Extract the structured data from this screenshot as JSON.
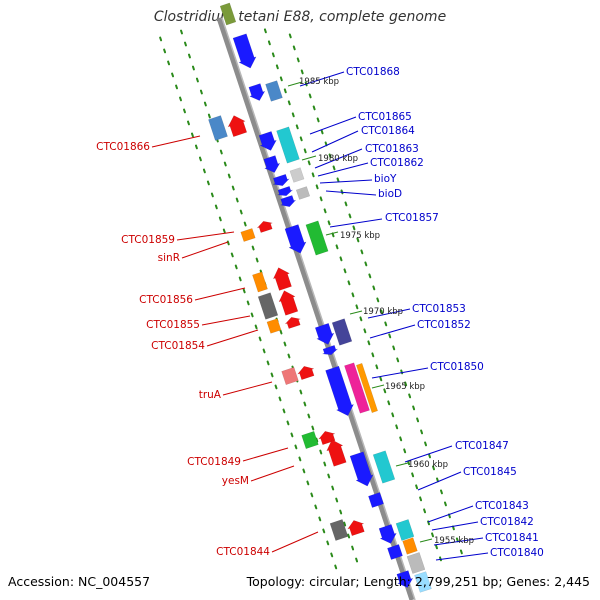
{
  "title": "Clostridium tetani E88, complete genome",
  "footer": {
    "accession": "Accession: NC_004557",
    "summary": "Topology: circular; Length: 2,799,251 bp; Genes: 2,445"
  },
  "colors": {
    "backbone": "#8c8c8c",
    "ticks": "#2a8a1a",
    "label_plus": "#0000cc",
    "label_minus": "#cc0000",
    "kbp_line": "#2a8a1a"
  },
  "kbp_marks": [
    {
      "text": "1985 kbp"
    },
    {
      "text": "1980 kbp"
    },
    {
      "text": "1975 kbp"
    },
    {
      "text": "1970 kbp"
    },
    {
      "text": "1965 kbp"
    },
    {
      "text": "1960 kbp"
    },
    {
      "text": "1955 kbp"
    }
  ],
  "labels_plus": [
    "CTC01868",
    "CTC01865",
    "CTC01864",
    "CTC01863",
    "CTC01862",
    "bioY",
    "bioD",
    "CTC01857",
    "CTC01853",
    "CTC01852",
    "CTC01850",
    "CTC01847",
    "CTC01845",
    "CTC01843",
    "CTC01842",
    "CTC01841",
    "CTC01840"
  ],
  "labels_minus": [
    "CTC01866",
    "CTC01859",
    "sinR",
    "CTC01856",
    "CTC01855",
    "CTC01854",
    "truA",
    "CTC01849",
    "yesM",
    "CTC01844"
  ]
}
